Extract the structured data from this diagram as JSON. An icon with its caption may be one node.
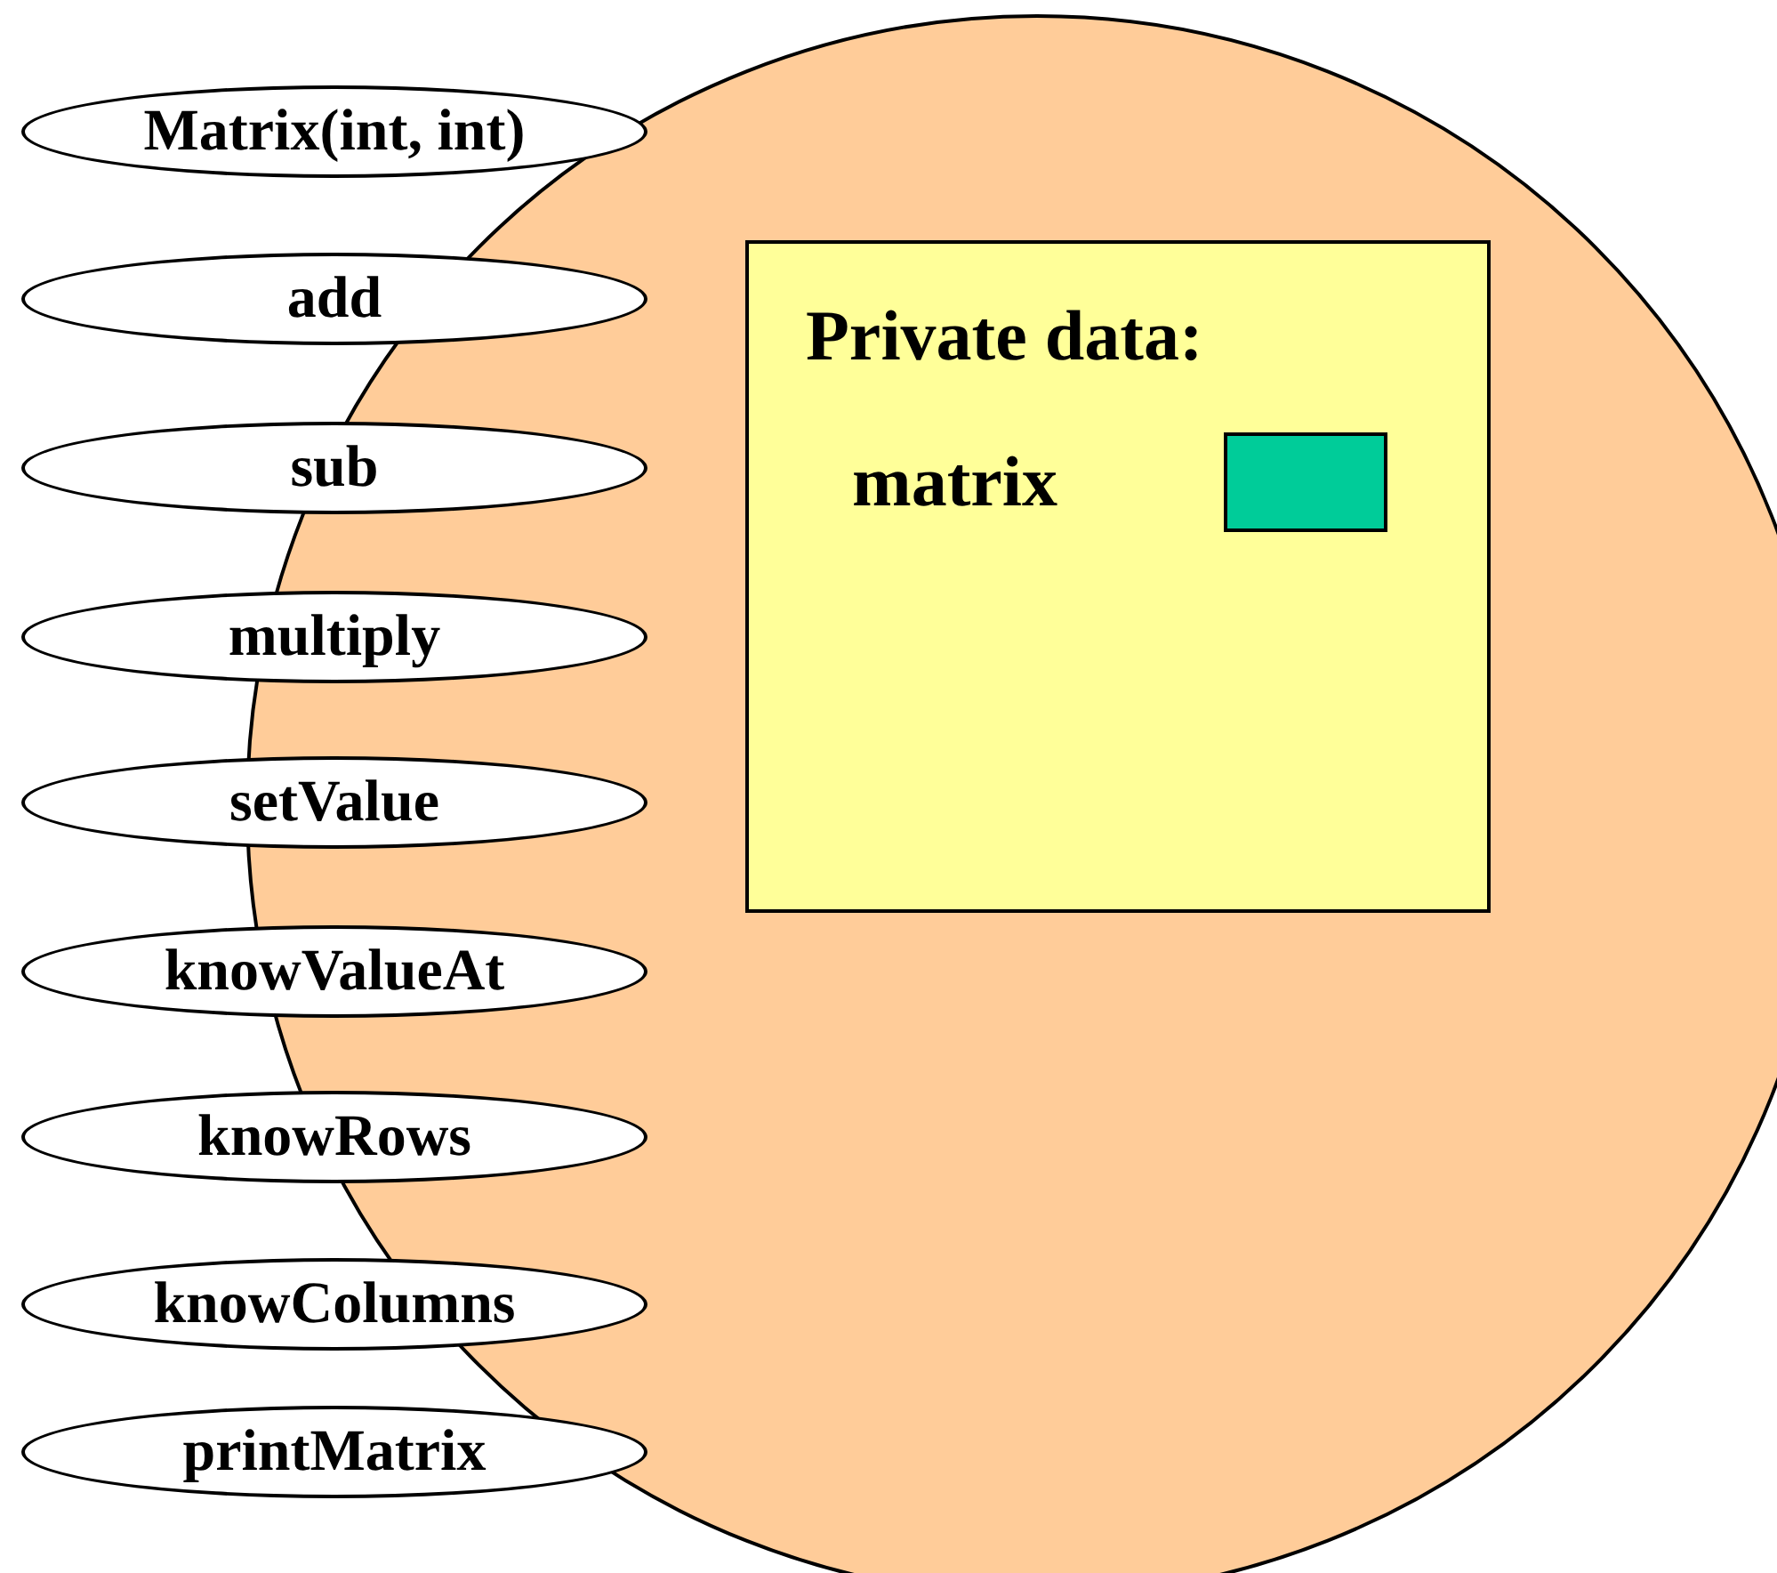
{
  "diagram": {
    "nodes": [
      {
        "text": [
          "Matrix(int, int)"
        ]
      },
      {
        "text": [
          "add"
        ]
      },
      {
        "text": [
          "sub"
        ]
      },
      {
        "text": [
          "multiply"
        ]
      },
      {
        "text": [
          "setValue"
        ]
      },
      {
        "text": [
          "knowValueAt"
        ]
      },
      {
        "text": [
          "knowRows"
        ]
      },
      {
        "text": [
          "knowColumns"
        ]
      },
      {
        "text": [
          "printMatrix"
        ]
      },
      {
        "text": [],
        "shape": "circle"
      },
      {
        "text": [
          "Private data:"
        ],
        "in": 9
      },
      {
        "text": [
          "matrix"
        ],
        "in": 10
      }
    ]
  }
}
